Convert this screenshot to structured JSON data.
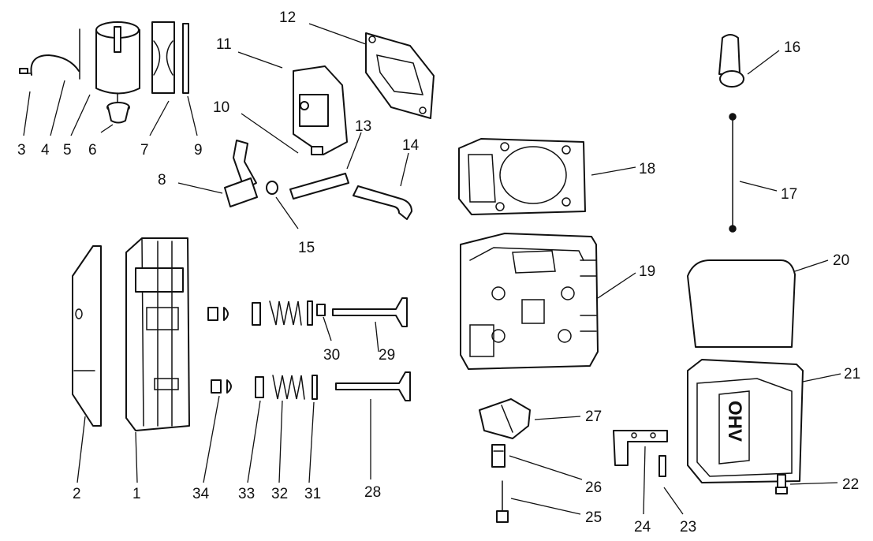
{
  "callouts": [
    {
      "id": "p1",
      "text": "1"
    },
    {
      "id": "p2",
      "text": "2"
    },
    {
      "id": "p3",
      "text": "3"
    },
    {
      "id": "p4",
      "text": "4"
    },
    {
      "id": "p5",
      "text": "5"
    },
    {
      "id": "p6",
      "text": "6"
    },
    {
      "id": "p7",
      "text": "7"
    },
    {
      "id": "p8",
      "text": "8"
    },
    {
      "id": "p9",
      "text": "9"
    },
    {
      "id": "p10",
      "text": "10"
    },
    {
      "id": "p11",
      "text": "11"
    },
    {
      "id": "p12",
      "text": "12"
    },
    {
      "id": "p13",
      "text": "13"
    },
    {
      "id": "p14",
      "text": "14"
    },
    {
      "id": "p15",
      "text": "15"
    },
    {
      "id": "p16",
      "text": "16"
    },
    {
      "id": "p17",
      "text": "17"
    },
    {
      "id": "p18",
      "text": "18"
    },
    {
      "id": "p19",
      "text": "19"
    },
    {
      "id": "p20",
      "text": "20"
    },
    {
      "id": "p21",
      "text": "21"
    },
    {
      "id": "p22",
      "text": "22"
    },
    {
      "id": "p23",
      "text": "23"
    },
    {
      "id": "p24",
      "text": "24"
    },
    {
      "id": "p25",
      "text": "25"
    },
    {
      "id": "p26",
      "text": "26"
    },
    {
      "id": "p27",
      "text": "27"
    },
    {
      "id": "p28",
      "text": "28"
    },
    {
      "id": "p29",
      "text": "29"
    },
    {
      "id": "p30",
      "text": "30"
    },
    {
      "id": "p31",
      "text": "31"
    },
    {
      "id": "p32",
      "text": "32"
    },
    {
      "id": "p33",
      "text": "33"
    },
    {
      "id": "p34",
      "text": "34"
    }
  ],
  "cover_lettering": "OHV"
}
